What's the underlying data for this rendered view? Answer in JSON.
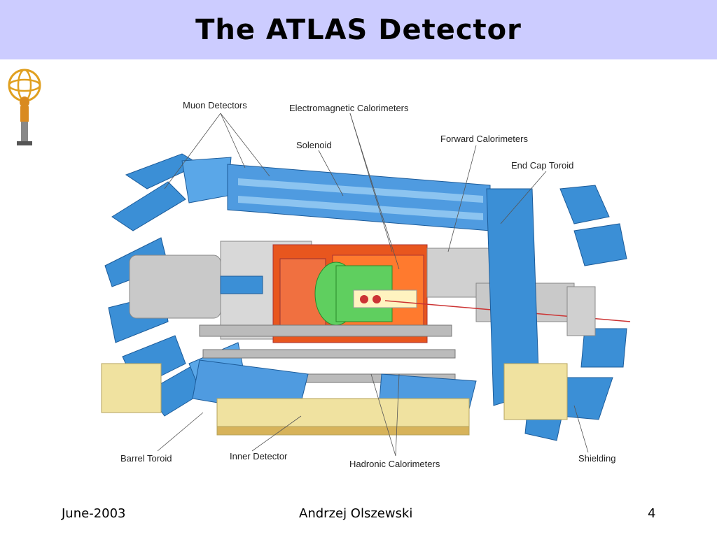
{
  "slide": {
    "title": "The ATLAS Detector"
  },
  "figure": {
    "labels": {
      "muon_detectors": "Muon Detectors",
      "em_calorimeters": "Electromagnetic Calorimeters",
      "solenoid": "Solenoid",
      "forward_calorimeters": "Forward Calorimeters",
      "end_cap_toroid": "End Cap Toroid",
      "barrel_toroid": "Barrel Toroid",
      "inner_detector": "Inner Detector",
      "hadronic_calorimeters": "Hadronic Calorimeters",
      "shielding": "Shielding"
    },
    "colors": {
      "muon_blue": "#3b8fd6",
      "calorimeter_orange": "#e8561e",
      "inner_green": "#5fcf5f",
      "support_yellow": "#f0e2a0",
      "steel_gray": "#c9c9c9"
    }
  },
  "footer": {
    "date": "June-2003",
    "author": "Andrzej Olszewski",
    "page_number": "4"
  }
}
